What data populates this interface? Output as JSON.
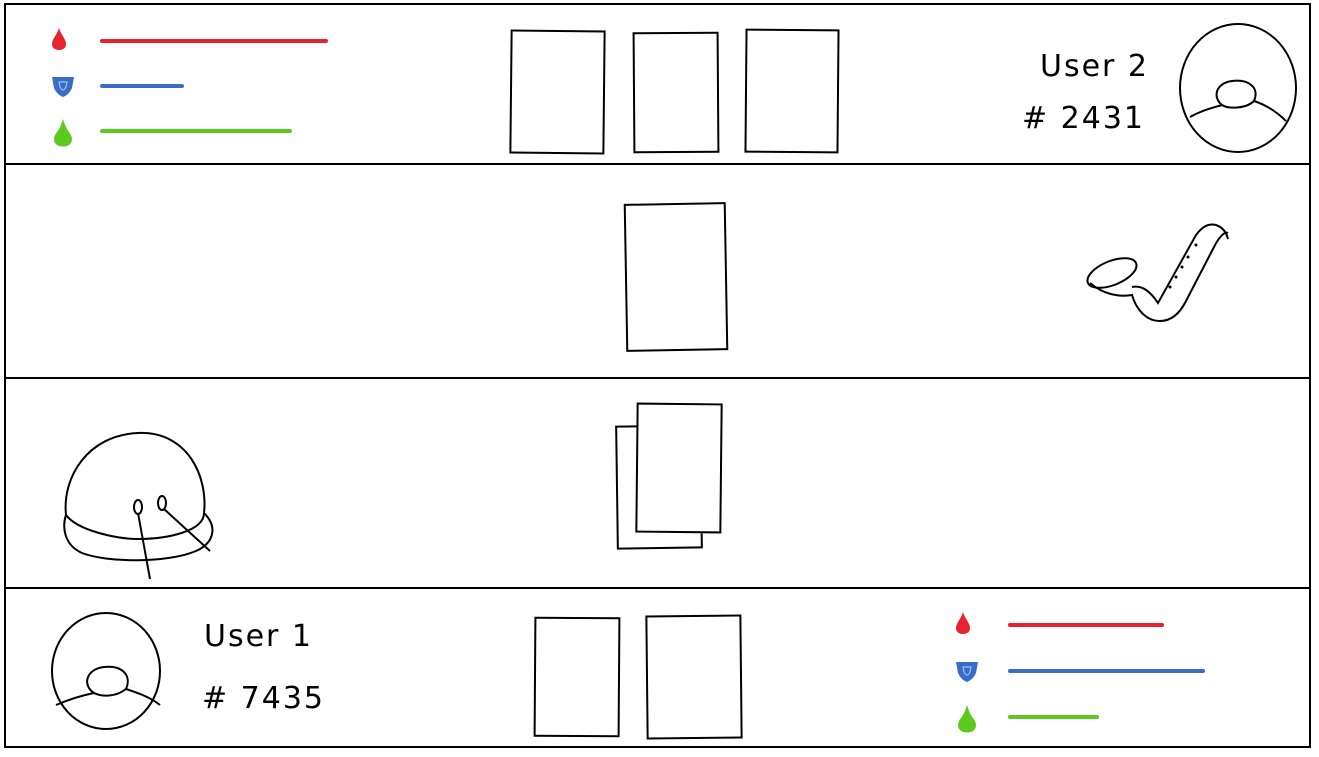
{
  "opponent": {
    "name": "User 2",
    "id": "# 2431",
    "stats": [
      {
        "icon": "blood-drop-icon",
        "color": "#e8222e",
        "level": 0.95
      },
      {
        "icon": "shield-icon",
        "color": "#3a6cc8",
        "level": 0.35
      },
      {
        "icon": "pear-icon",
        "color": "#5cc91f",
        "level": 0.8
      }
    ],
    "hand_cards": 3
  },
  "board": {
    "opponent_played_cards": 1,
    "player_played_cards": 2,
    "opponent_unit_icon": "saxophone-icon",
    "player_unit_icon": "drum-icon"
  },
  "player": {
    "name": "User 1",
    "id": "# 7435",
    "stats": [
      {
        "icon": "blood-drop-icon",
        "color": "#e8222e",
        "level": 0.65
      },
      {
        "icon": "shield-icon",
        "color": "#3a6cc8",
        "level": 0.82
      },
      {
        "icon": "pear-icon",
        "color": "#5cc91f",
        "level": 0.38
      }
    ],
    "hand_cards": 2
  }
}
